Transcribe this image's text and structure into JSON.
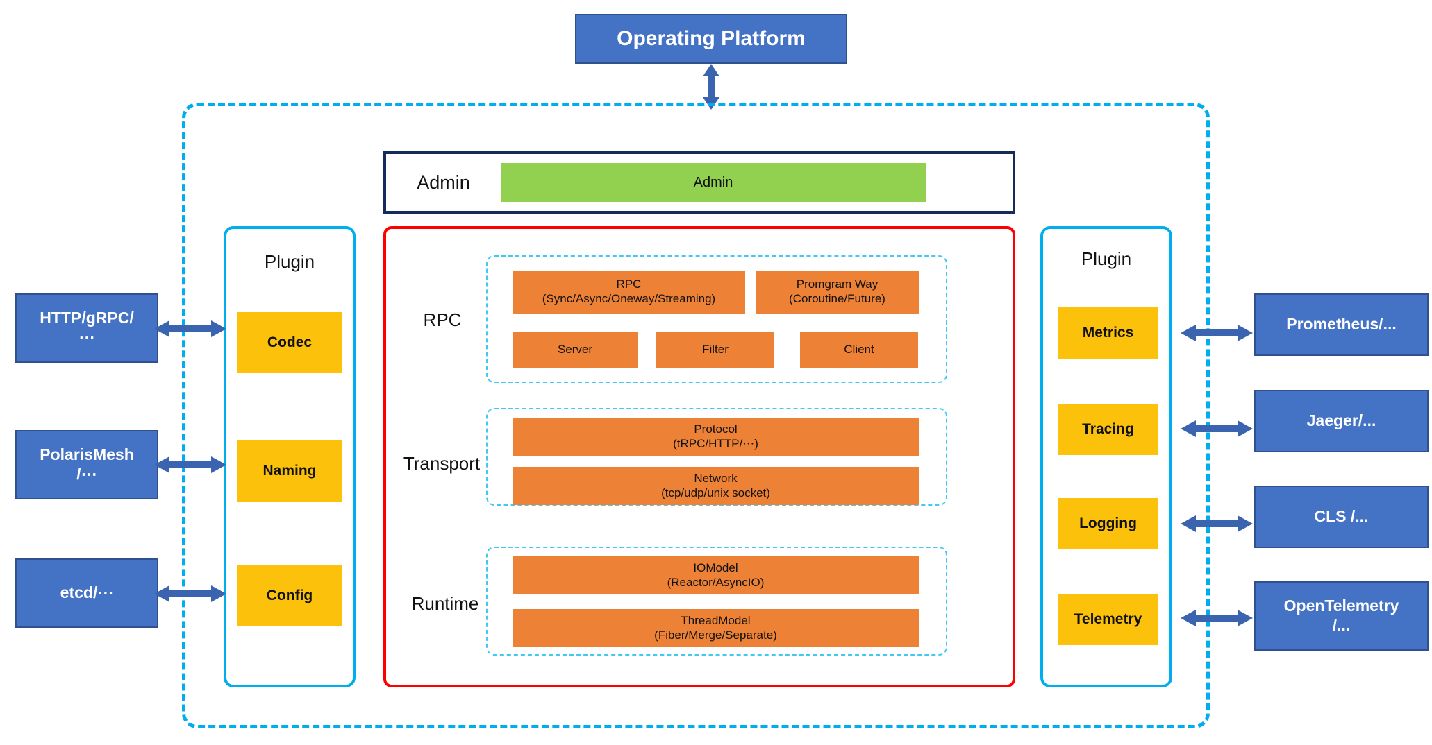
{
  "top": {
    "operating_platform": "Operating Platform"
  },
  "admin": {
    "row_label": "Admin",
    "block_label": "Admin"
  },
  "layers": [
    {
      "label": "RPC",
      "blocks": [
        {
          "title": "RPC",
          "sub": "(Sync/Async/Oneway/Streaming)"
        },
        {
          "title": "Promgram Way",
          "sub": "(Coroutine/Future)"
        },
        {
          "title": "Server",
          "sub": ""
        },
        {
          "title": "Filter",
          "sub": ""
        },
        {
          "title": "Client",
          "sub": ""
        }
      ]
    },
    {
      "label": "Transport",
      "blocks": [
        {
          "title": "Protocol",
          "sub": "(tRPC/HTTP/⋯)"
        },
        {
          "title": "Network",
          "sub": "(tcp/udp/unix socket)"
        }
      ]
    },
    {
      "label": "Runtime",
      "blocks": [
        {
          "title": "IOModel",
          "sub": "(Reactor/AsyncIO)"
        },
        {
          "title": "ThreadModel",
          "sub": "(Fiber/Merge/Separate)"
        }
      ]
    }
  ],
  "left_plugin": {
    "title": "Plugin",
    "items": [
      "Codec",
      "Naming",
      "Config"
    ]
  },
  "right_plugin": {
    "title": "Plugin",
    "items": [
      "Metrics",
      "Tracing",
      "Logging",
      "Telemetry"
    ]
  },
  "left_externals": [
    "HTTP/gRPC/\n⋯",
    "PolarisMesh\n/⋯",
    "etcd/⋯"
  ],
  "left_externals_lines": [
    [
      "HTTP/gRPC/",
      "⋯"
    ],
    [
      "PolarisMesh",
      "/⋯"
    ],
    [
      "etcd/⋯",
      ""
    ]
  ],
  "right_externals_lines": [
    [
      "Prometheus/...",
      ""
    ],
    [
      "Jaeger/...",
      ""
    ],
    [
      "CLS /...",
      ""
    ],
    [
      "OpenTelemetry",
      "/..."
    ]
  ],
  "colors": {
    "platform_blue": "#4472C4",
    "platform_blue_border": "#2F528F",
    "framework_dashed": "#00AEEF",
    "core_red": "#FF0000",
    "admin_border": "#152C5B",
    "admin_green": "#92D050",
    "module_orange": "#ED8135",
    "plugin_gold": "#FCC20B",
    "group_dashed": "#41C8F4",
    "arrow_blue": "#4472C4"
  },
  "icons": {
    "double_arrow_vertical": "double-arrow-vertical-icon",
    "double_arrow_horizontal": "double-arrow-horizontal-icon"
  }
}
